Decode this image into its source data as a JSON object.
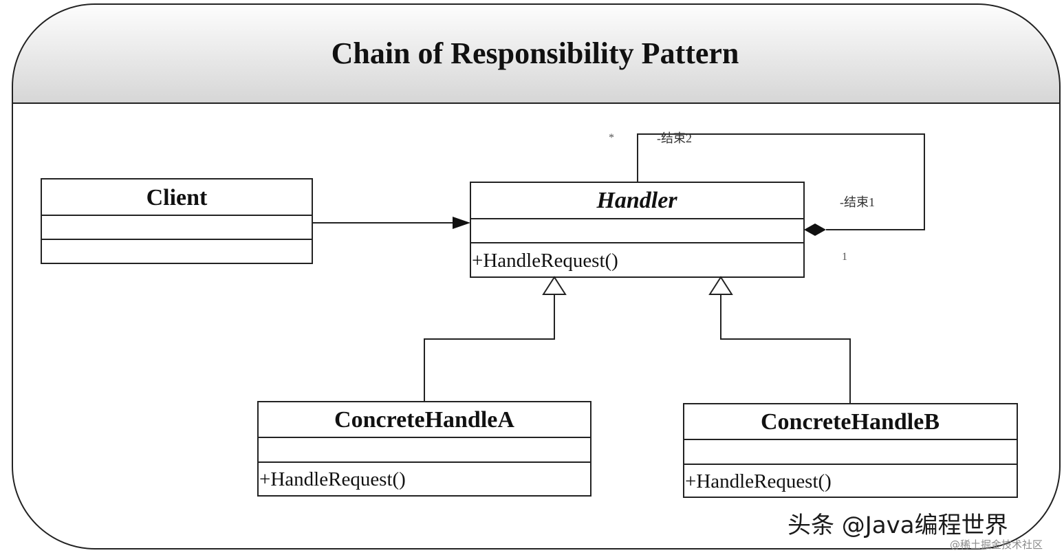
{
  "title": "Chain of Responsibility Pattern",
  "classes": {
    "client": {
      "name": "Client",
      "operation": ""
    },
    "handler": {
      "name": "Handler",
      "operation": "+HandleRequest()"
    },
    "concrete_a": {
      "name": "ConcreteHandleA",
      "operation": "+HandleRequest()"
    },
    "concrete_b": {
      "name": "ConcreteHandleB",
      "operation": "+HandleRequest()"
    }
  },
  "association": {
    "role_end2": "-结束2",
    "role_end1": "-结束1",
    "multiplicity_end2": "*",
    "multiplicity_end1": "1"
  },
  "watermark": {
    "primary": "头条 @Java编程世界",
    "secondary": "@稀土掘金技术社区"
  },
  "colors": {
    "frame_border": "#222222",
    "header_gradient_top": "#ffffff",
    "header_gradient_bottom": "#d9d9d9"
  }
}
